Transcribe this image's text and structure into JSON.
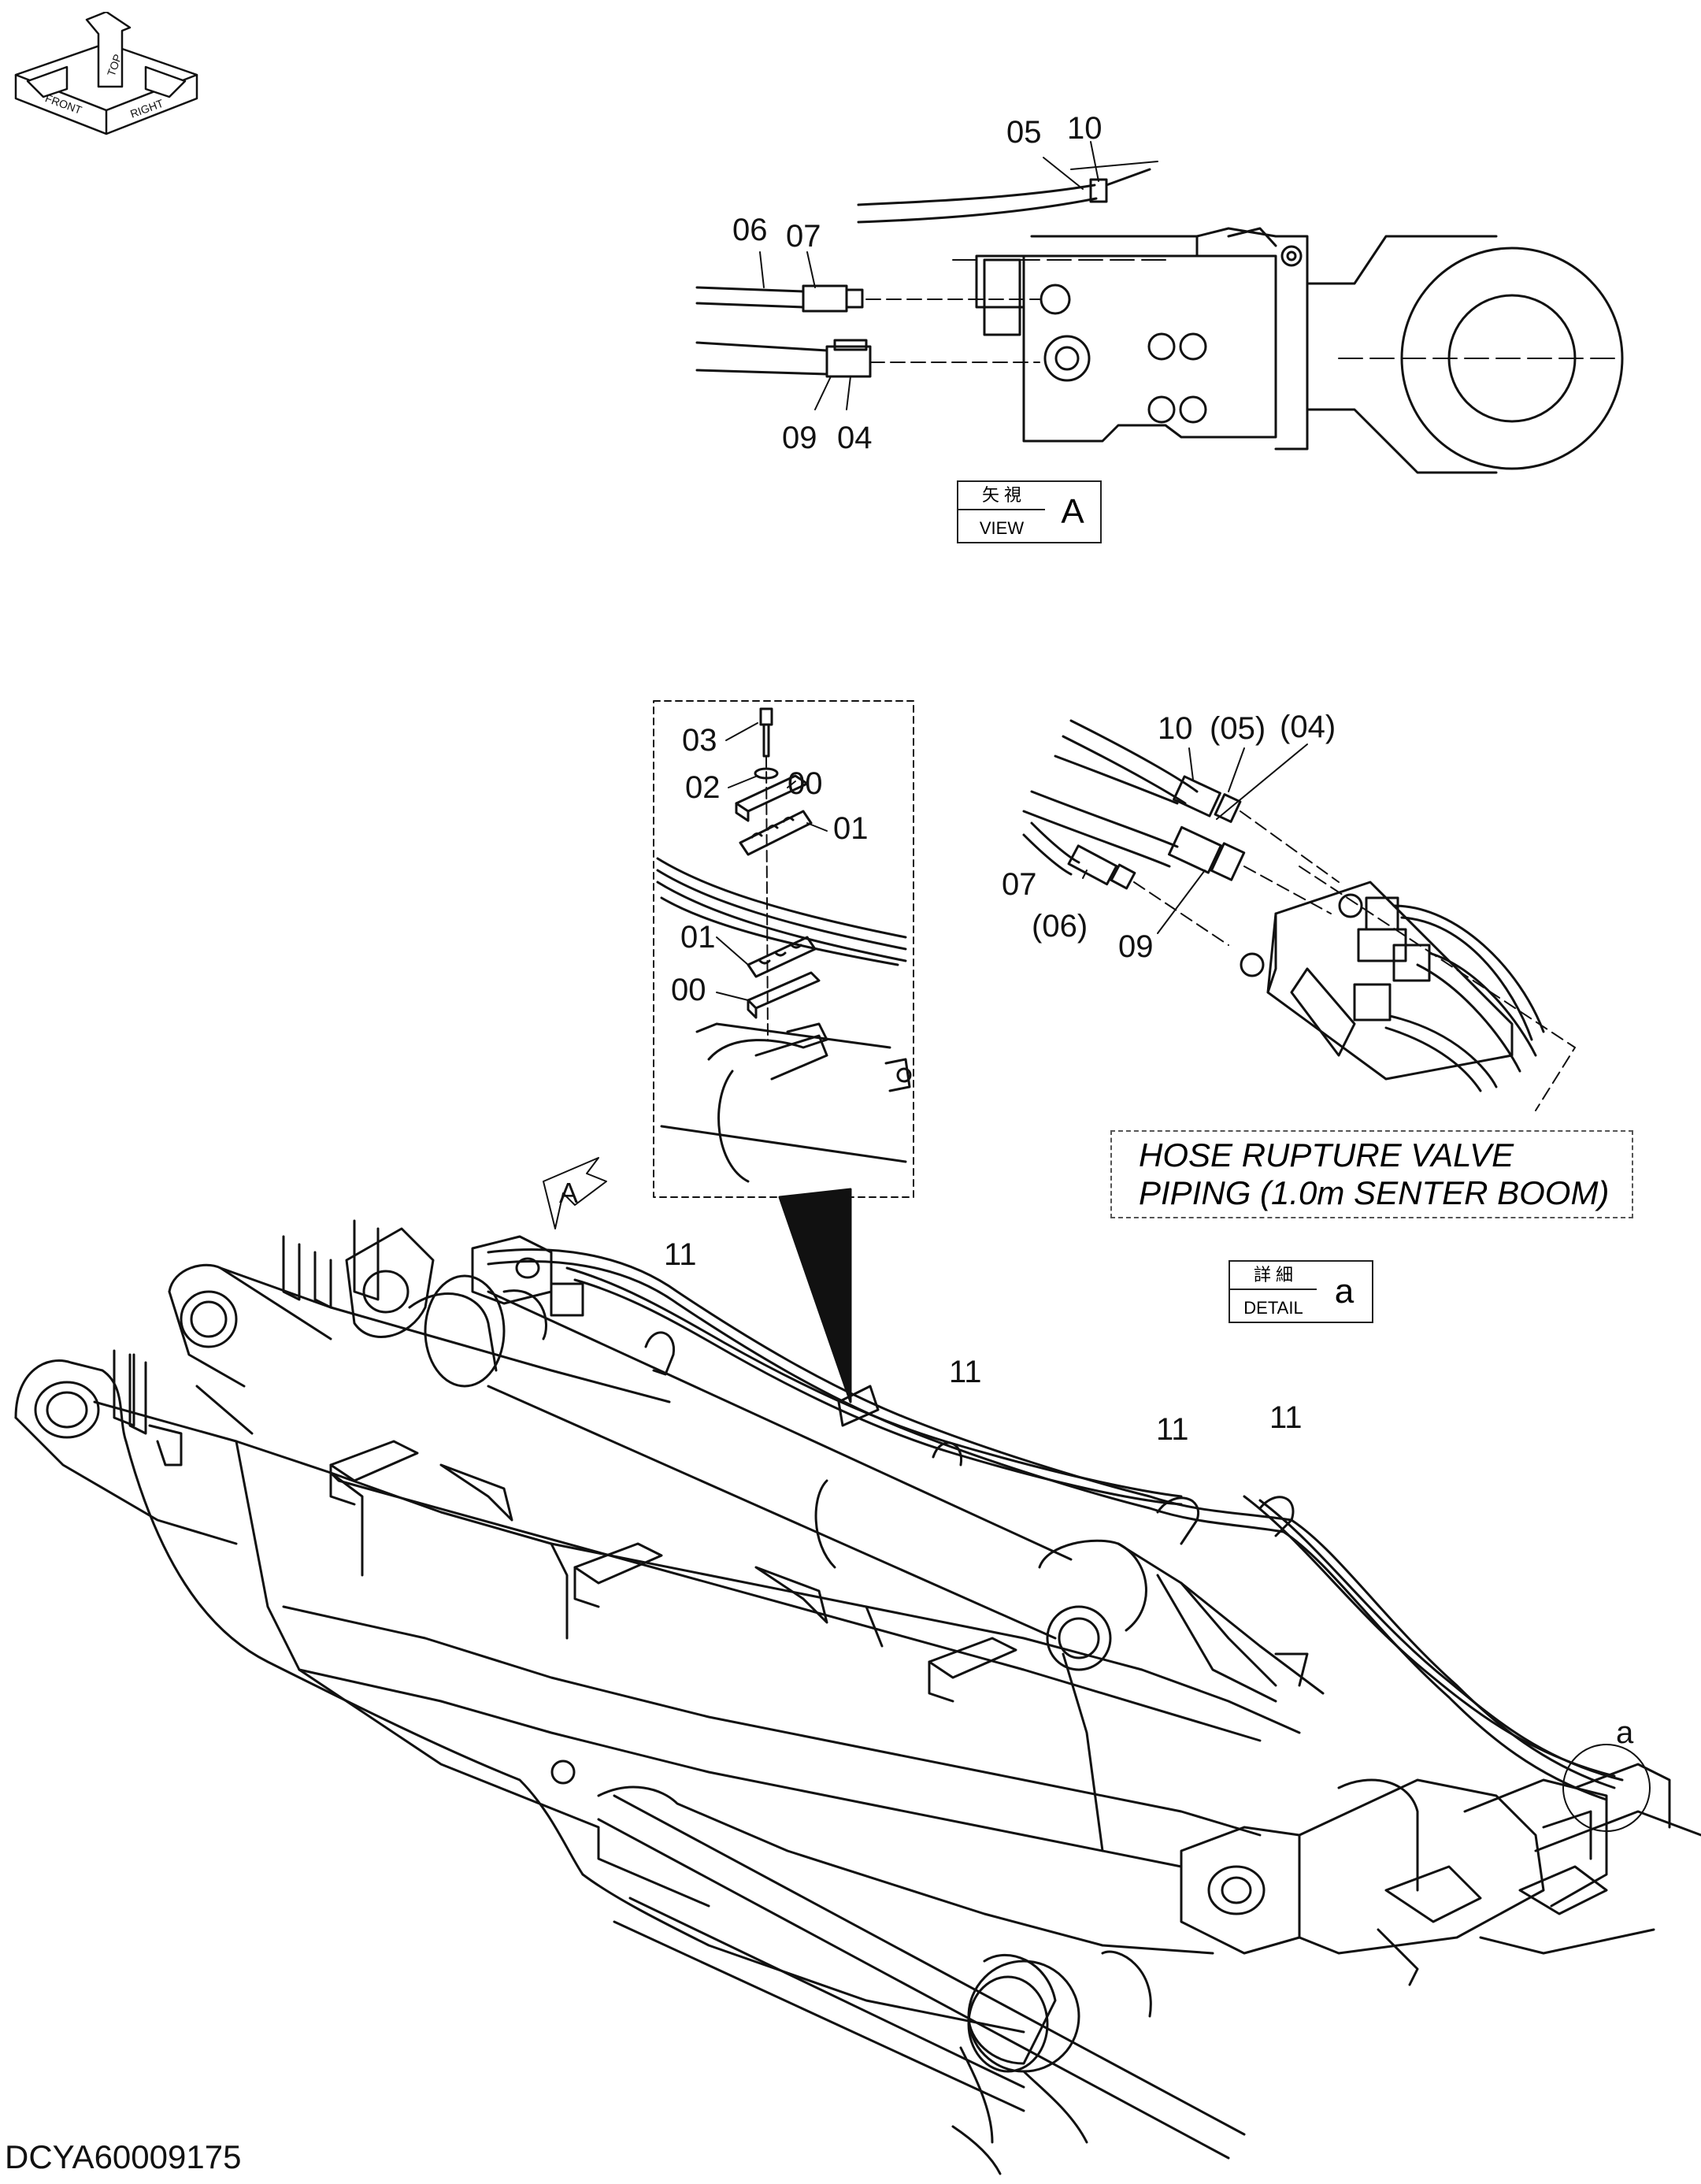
{
  "compass": {
    "top": "TOP",
    "front": "FRONT",
    "right": "RIGHT"
  },
  "view_a": {
    "labels": {
      "l05": "05",
      "l10": "10",
      "l06": "06",
      "l07": "07",
      "l09": "09",
      "l04": "04"
    },
    "box": {
      "jp": "矢 視",
      "en": "VIEW",
      "letter": "A"
    }
  },
  "clamp_inset": {
    "labels": {
      "l03": "03",
      "l02": "02",
      "l00a": "00",
      "l01a": "01",
      "l01b": "01",
      "l00b": "00"
    }
  },
  "detail_a": {
    "labels": {
      "l10": "10",
      "l05": "(05)",
      "l04": "(04)",
      "l07": "07",
      "l06": "(06)",
      "l09": "09"
    },
    "title": {
      "line1": "HOSE RUPTURE VALVE",
      "line2": "PIPING (1.0m SENTER BOOM)"
    },
    "box": {
      "jp": "詳 細",
      "en": "DETAIL",
      "letter": "a"
    }
  },
  "main": {
    "view_marker": "A",
    "detail_marker": "a",
    "clip_labels": [
      "11",
      "11",
      "11",
      "11"
    ]
  },
  "drawing_code": "DCYA60009175"
}
